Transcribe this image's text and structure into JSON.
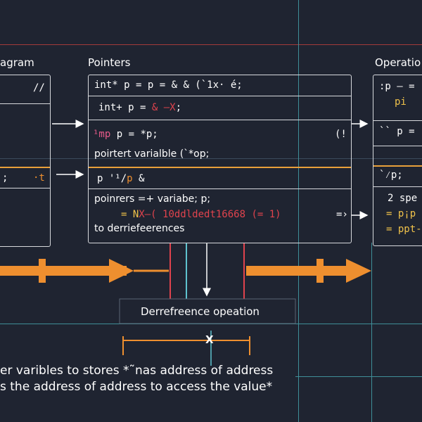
{
  "labels": {
    "left_title": "agram",
    "center_title": "Pointers",
    "right_title": "Operatio",
    "deref_box": "Derrefreence opeation"
  },
  "left_box": {
    "row1": "//",
    "row2_a": ";",
    "row2_b": "·t"
  },
  "center_box": {
    "row1_white": "int*",
    "row1_rest": "p = p = & & (`1x· é;",
    "row2_white": "int+",
    "row2_mid": "p =",
    "row2_red": "& –X",
    "row2_end": ";",
    "row3_pink": "¹mp",
    "row3_white": "p = *p;",
    "row3_tail": "(!",
    "row4": "poirtert varialble  (`*op;",
    "row5_a": "p '¹/",
    "row5_b": "p",
    "row5_c": "&",
    "row6": "poinrers =+ variabe; p;",
    "row7_y": "= N",
    "row7_r": "X–( 10ddldedt16668 (= 1)",
    "row7_tail": "=›",
    "row8": "to derriefeerences"
  },
  "right_box": {
    "row1": ":p – =",
    "row1b": "pi",
    "row2_a": "``",
    "row2_b": "p =",
    "row3_a": "`⁄p;",
    "row4_a": "2  spe",
    "row4_b": "= p¡p",
    "row4_c": "= ppt-"
  },
  "marker": "X",
  "caption": {
    "line1": "er varibles to stores *˜nas address of address",
    "line2": "s the address of address to access the value*"
  },
  "colors": {
    "background": "#1f2431",
    "orange": "#ee8f2f",
    "amber_rule": "#e9a03a",
    "red": "#e0434d",
    "pink": "#e85b8a",
    "yellow": "#f0c24a",
    "cyan": "#5fc3cf",
    "dark_red_rule": "#a33a3a",
    "box_border": "#d7d9dd"
  }
}
